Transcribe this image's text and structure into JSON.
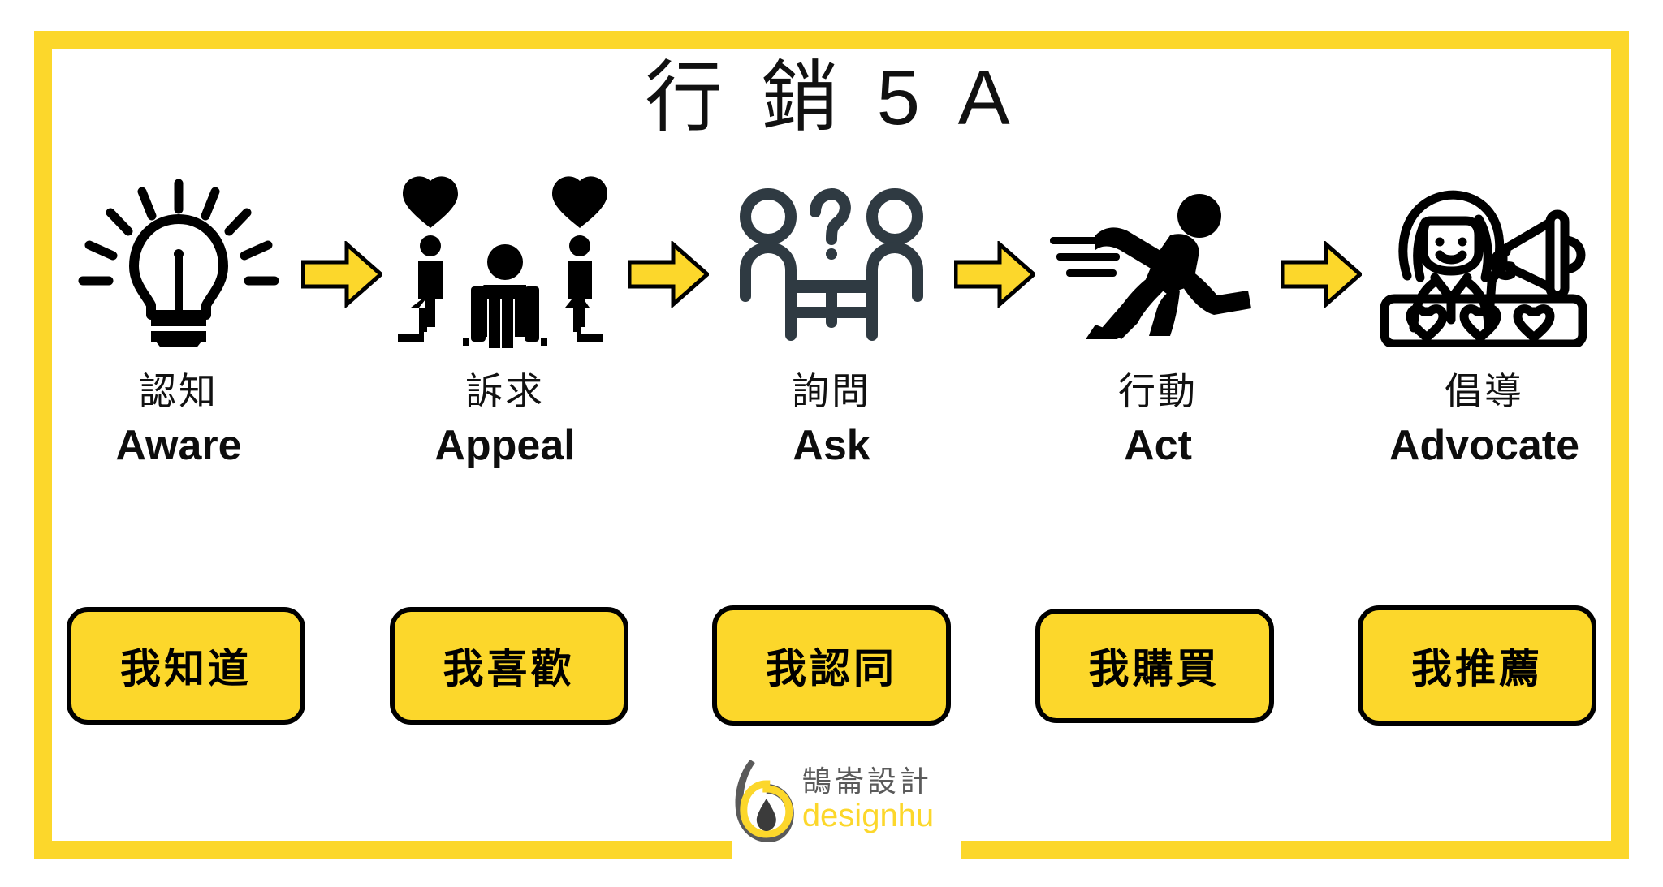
{
  "title": "行 銷 5 A",
  "colors": {
    "accent_yellow": "#FCD72B",
    "ink_black": "#111111",
    "slate": "#2F3A42",
    "logo_gray": "#5a5a5a"
  },
  "stages": [
    {
      "icon": "lightbulb-icon",
      "label_cn": "認知",
      "label_en": "Aware",
      "chip": "我知道"
    },
    {
      "icon": "people-hearts-icon",
      "label_cn": "訴求",
      "label_en": "Appeal",
      "chip": "我喜歡"
    },
    {
      "icon": "two-people-question-table-icon",
      "label_cn": "詢問",
      "label_en": "Ask",
      "chip": "我認同"
    },
    {
      "icon": "running-person-icon",
      "label_cn": "行動",
      "label_en": "Act",
      "chip": "我購買"
    },
    {
      "icon": "woman-megaphone-hearts-icon",
      "label_cn": "倡導",
      "label_en": "Advocate",
      "chip": "我推薦"
    }
  ],
  "arrows": [
    {
      "name": "arrow-aware-to-appeal"
    },
    {
      "name": "arrow-appeal-to-ask"
    },
    {
      "name": "arrow-ask-to-act"
    },
    {
      "name": "arrow-act-to-advocate"
    }
  ],
  "logo": {
    "cn": "鵠崙設計",
    "en": "designhu"
  }
}
